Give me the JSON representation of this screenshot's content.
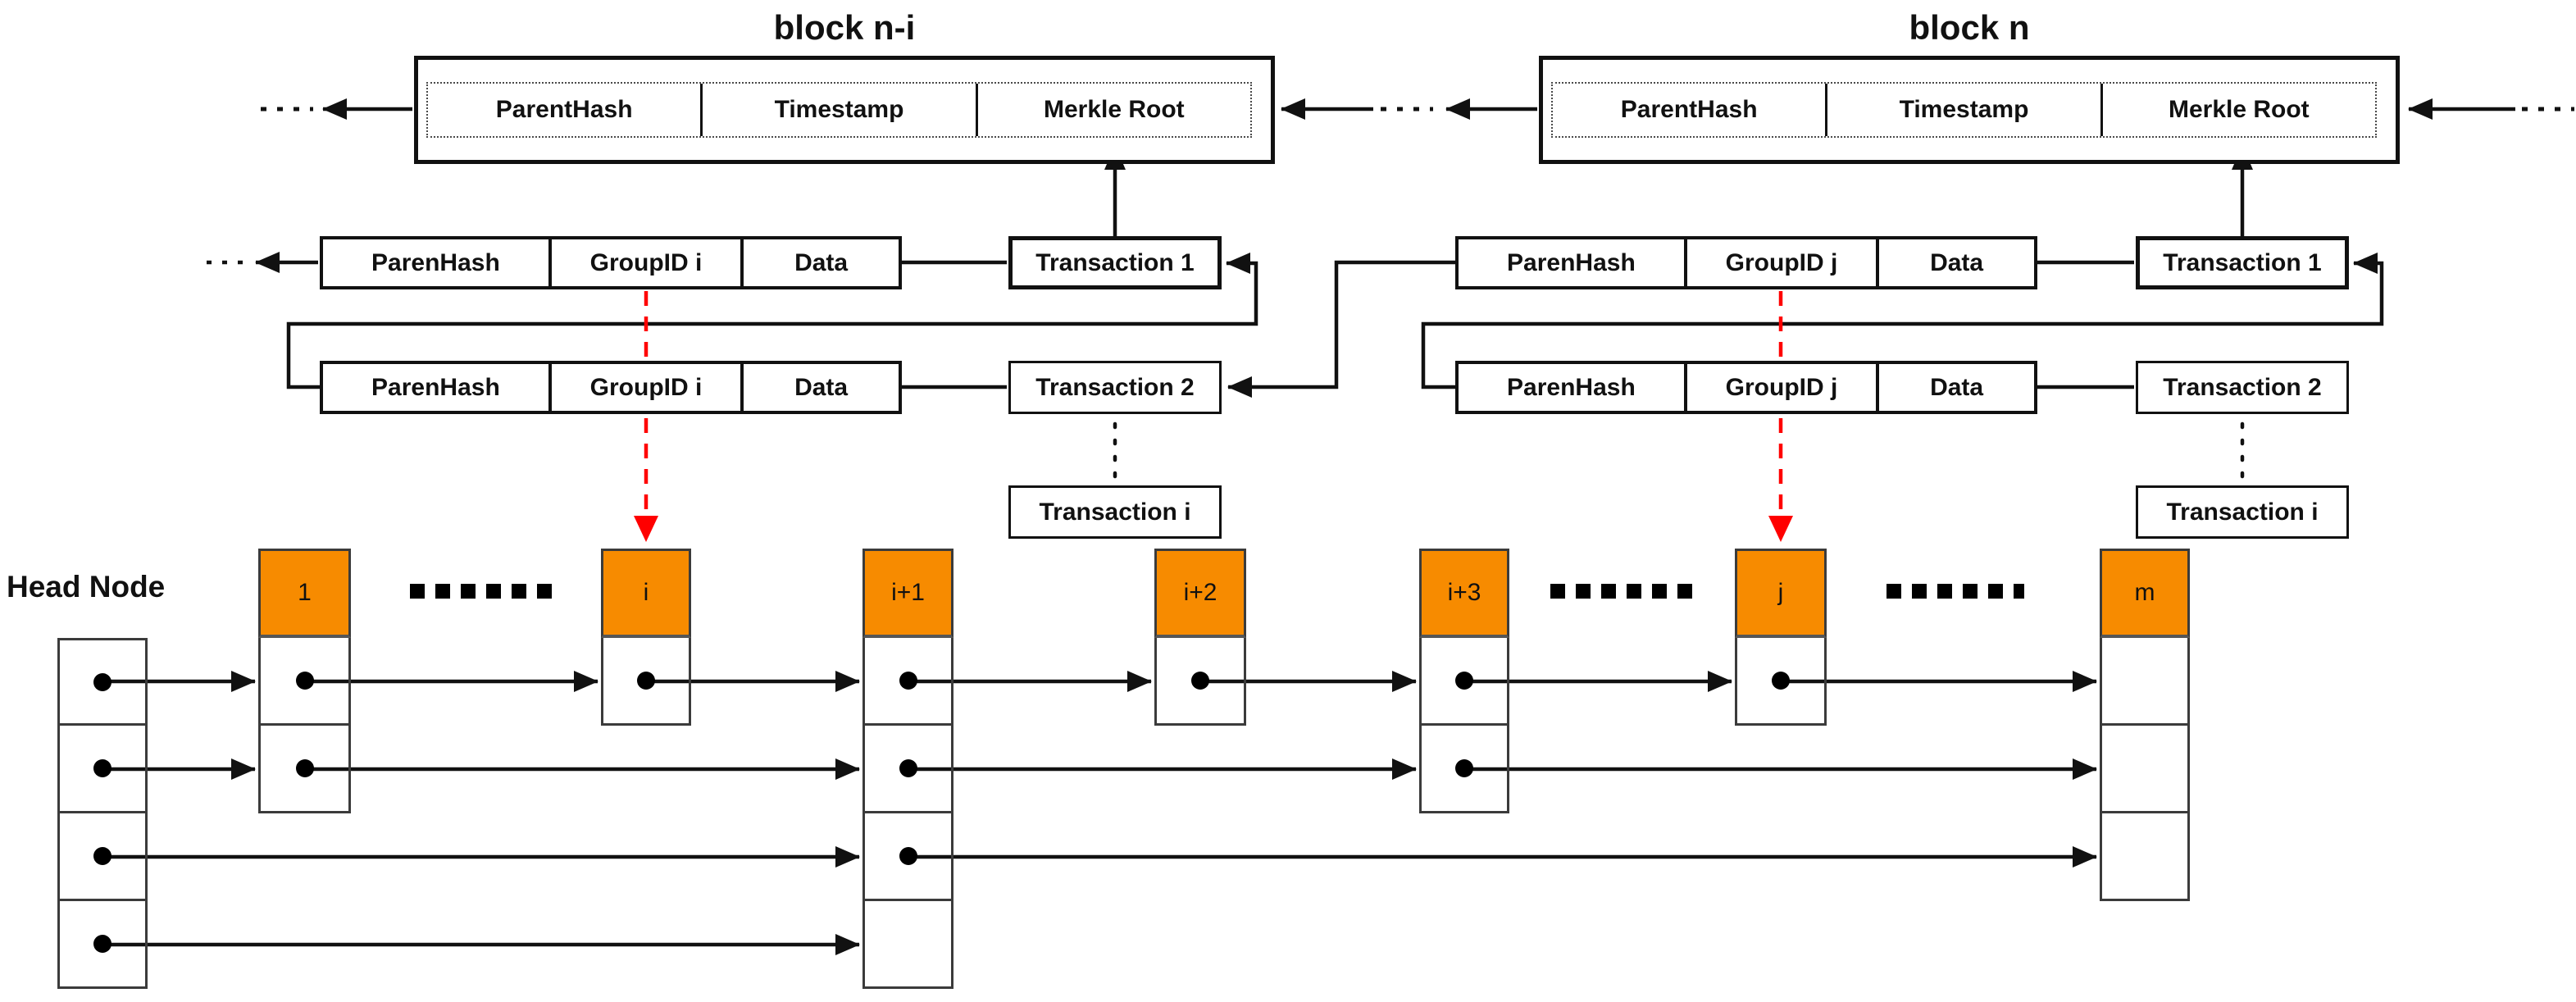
{
  "blocks": {
    "left": {
      "title": "block n-i",
      "fields": [
        "ParentHash",
        "Timestamp",
        "Merkle Root"
      ]
    },
    "right": {
      "title": "block n",
      "fields": [
        "ParentHash",
        "Timestamp",
        "Merkle Root"
      ]
    }
  },
  "tx_records": {
    "left": {
      "row1": [
        "ParenHash",
        "GroupID i",
        "Data"
      ],
      "row2": [
        "ParenHash",
        "GroupID i",
        "Data"
      ]
    },
    "right": {
      "row1": [
        "ParenHash",
        "GroupID j",
        "Data"
      ],
      "row2": [
        "ParenHash",
        "GroupID j",
        "Data"
      ]
    }
  },
  "transactions": {
    "left": [
      "Transaction 1",
      "Transaction 2",
      "Transaction i"
    ],
    "right": [
      "Transaction 1",
      "Transaction 2",
      "Transaction i"
    ]
  },
  "skiplist": {
    "head_label": "Head Node",
    "column_labels": [
      "1",
      "i",
      "i+1",
      "i+2",
      "i+3",
      "j",
      "m"
    ]
  },
  "colors": {
    "accent_orange": "#F78B00",
    "arrow_red": "#FF0000",
    "line_black": "#111111"
  }
}
